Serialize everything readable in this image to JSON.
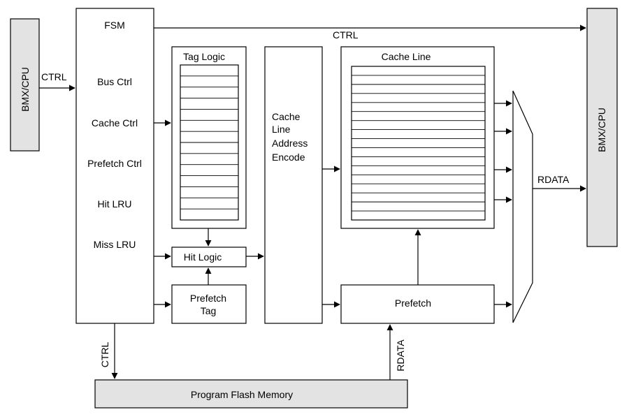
{
  "blocks": {
    "bmx_left": "BMX/CPU",
    "bmx_right": "BMX/CPU",
    "fsm": {
      "title": "FSM",
      "items": [
        "Bus Ctrl",
        "Cache Ctrl",
        "Prefetch Ctrl",
        "Hit LRU",
        "Miss LRU"
      ]
    },
    "tag_logic": "Tag Logic",
    "hit_logic": "Hit Logic",
    "prefetch_tag": [
      "Prefetch",
      "Tag"
    ],
    "cache_line_address_encode": [
      "Cache",
      "Line",
      "Address",
      "Encode"
    ],
    "cache_line": "Cache Line",
    "prefetch": "Prefetch",
    "program_flash_memory": "Program Flash Memory"
  },
  "signals": {
    "ctrl_in": "CTRL",
    "ctrl_top": "CTRL",
    "ctrl_flash": "CTRL",
    "rdata_out": "RDATA",
    "rdata_flash": "RDATA"
  },
  "colors": {
    "block_fill": "#ffffff",
    "bus_fill": "#e3e3e3",
    "stroke": "#000000"
  }
}
